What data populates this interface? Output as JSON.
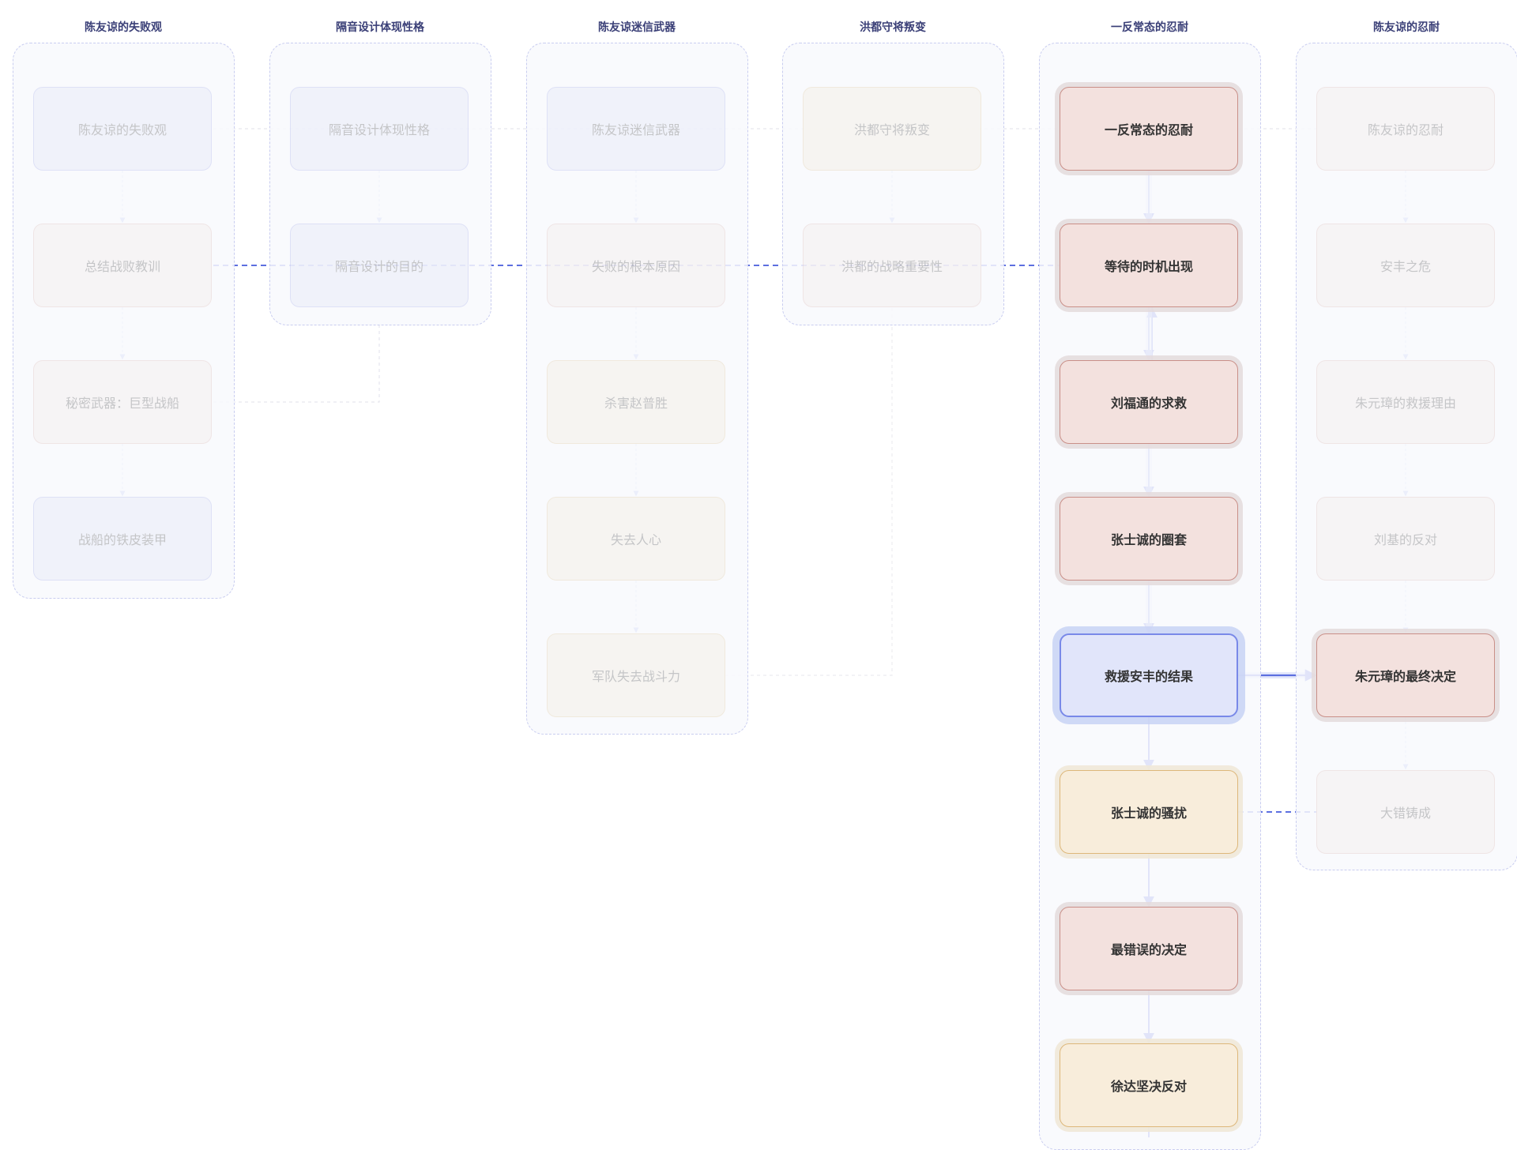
{
  "columns": [
    {
      "title": "陈友谅的失败观"
    },
    {
      "title": "隔音设计体现性格"
    },
    {
      "title": "陈友谅迷信武器"
    },
    {
      "title": "洪都守将叛变"
    },
    {
      "title": "一反常态的忍耐"
    },
    {
      "title": "陈友谅的忍耐"
    }
  ],
  "nodes": {
    "c1": [
      "陈友谅的失败观",
      "总结战败教训",
      "秘密武器：巨型战船",
      "战船的铁皮装甲"
    ],
    "c2": [
      "隔音设计体现性格",
      "隔音设计的目的"
    ],
    "c3": [
      "陈友谅迷信武器",
      "失败的根本原因",
      "杀害赵普胜",
      "失去人心",
      "军队失去战斗力"
    ],
    "c4": [
      "洪都守将叛变",
      "洪都的战略重要性"
    ],
    "c5": [
      "一反常态的忍耐",
      "等待的时机出现",
      "刘福通的求救",
      "张士诚的圈套",
      "救援安丰的结果",
      "张士诚的骚扰",
      "最错误的决定",
      "徐达坚决反对"
    ],
    "c6": [
      "陈友谅的忍耐",
      "安丰之危",
      "朱元璋的救援理由",
      "刘基的反对",
      "朱元璋的最终决定",
      "大错铸成"
    ]
  },
  "colors": {
    "accent": "#5c6fe0",
    "red_fill": "#f3e1de",
    "blue_fill": "#e1e5fa",
    "yellow_fill": "#f8eddb",
    "title_text": "#3a3f77"
  }
}
